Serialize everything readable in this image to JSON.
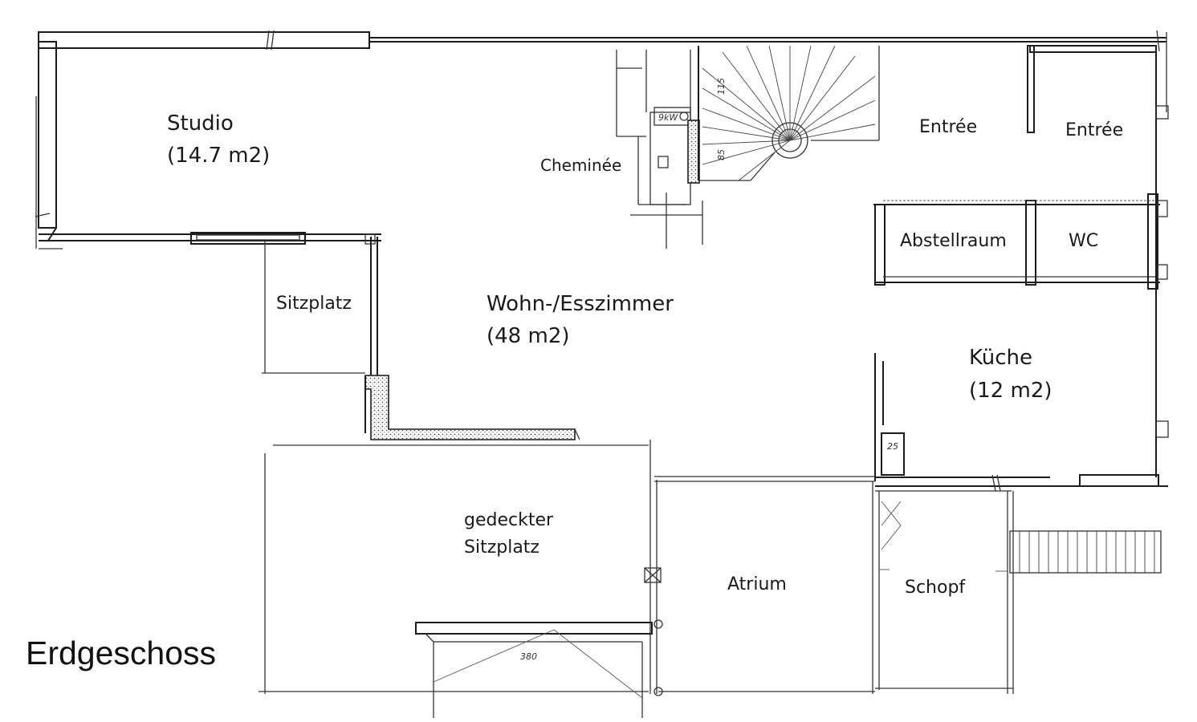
{
  "floor": {
    "title": "Erdgeschoss"
  },
  "rooms": {
    "studio": {
      "name": "Studio",
      "area": "(14.7 m2)"
    },
    "cheminee": {
      "name": "Cheminée"
    },
    "entree1": {
      "name": "Entrée"
    },
    "entree2": {
      "name": "Entrée"
    },
    "abstellraum": {
      "name": "Abstellraum"
    },
    "wc": {
      "name": "WC"
    },
    "sitzplatz": {
      "name": "Sitzplatz"
    },
    "wohn": {
      "name": "Wohn-/Esszimmer",
      "area": "(48 m2)"
    },
    "kueche": {
      "name": "Küche",
      "area": "(12 m2)"
    },
    "gedeckter": {
      "line1": "gedeckter",
      "line2": "Sitzplatz"
    },
    "atrium": {
      "name": "Atrium"
    },
    "schopf": {
      "name": "Schopf"
    }
  },
  "dimensions": {
    "stair_upper": "115",
    "stair_lower": "85",
    "niche": "25",
    "steps": "380",
    "chimney_tag": "9kW"
  },
  "colors": {
    "ink": "#1c1c1c",
    "paper": "#ffffff"
  }
}
